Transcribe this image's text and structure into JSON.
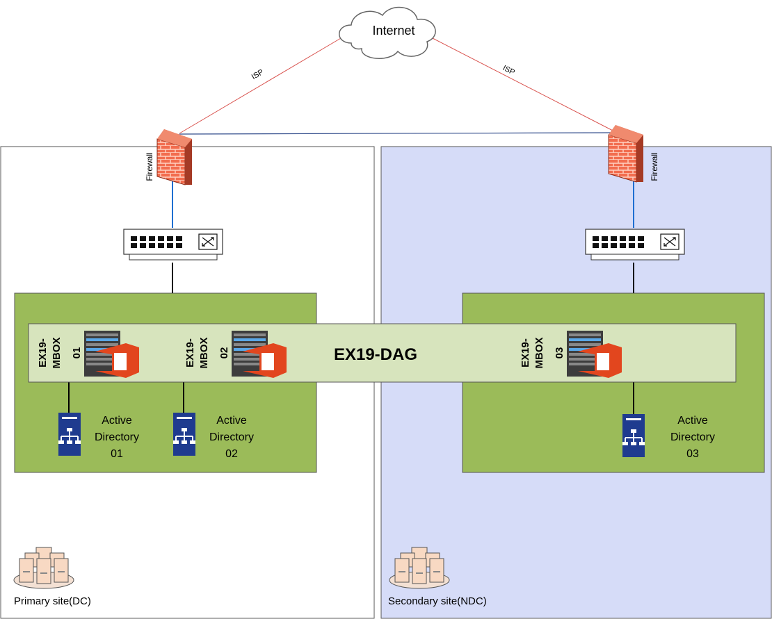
{
  "internet": {
    "label": "Internet"
  },
  "links": {
    "isp_left": "ISP",
    "isp_right": "ISP"
  },
  "sites": {
    "primary": {
      "label": "Primary site(DC)",
      "firewall_label": "Firewall"
    },
    "secondary": {
      "label": "Secondary site(NDC)",
      "firewall_label": "Firewall"
    }
  },
  "dag": {
    "label": "EX19-DAG"
  },
  "mailboxes": [
    {
      "line1": "EX19-",
      "line2": "MBOX",
      "line3": "01"
    },
    {
      "line1": "EX19-",
      "line2": "MBOX",
      "line3": "02"
    },
    {
      "line1": "EX19-",
      "line2": "MBOX",
      "line3": "03"
    }
  ],
  "directories": [
    {
      "line1": "Active",
      "line2": "Directory",
      "line3": "01"
    },
    {
      "line1": "Active",
      "line2": "Directory",
      "line3": "02"
    },
    {
      "line1": "Active",
      "line2": "Directory",
      "line3": "03"
    }
  ],
  "colors": {
    "secondary_site_bg": "#d6dcf8",
    "server_group_bg": "#9bbb59",
    "dag_bar_bg": "#d7e4bd",
    "isp_link": "#d9534f",
    "firewall_link": "#1f6fd1",
    "ad_icon": "#1f3b8f",
    "office_red": "#e2461e"
  }
}
